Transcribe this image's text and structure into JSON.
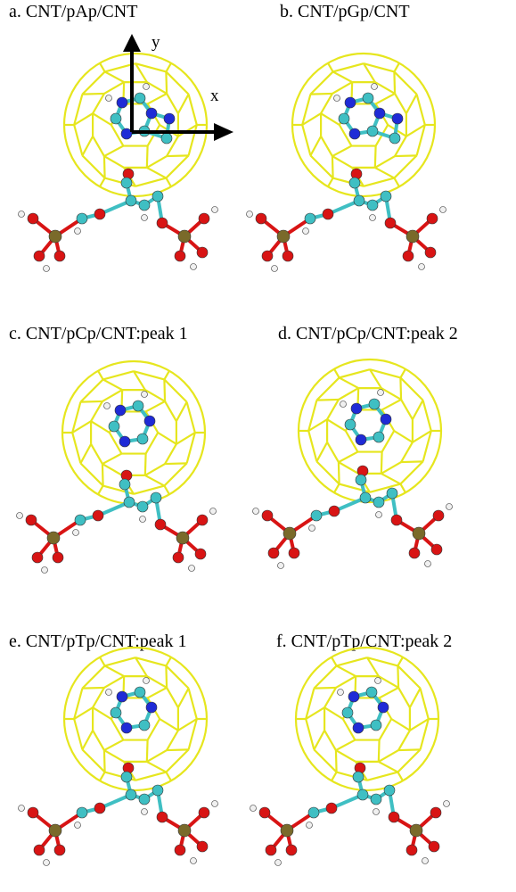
{
  "panels": [
    {
      "id": "a",
      "label": "a. CNT/pAp/CNT"
    },
    {
      "id": "b",
      "label": "b. CNT/pGp/CNT"
    },
    {
      "id": "c",
      "label": "c. CNT/pCp/CNT:peak 1"
    },
    {
      "id": "d",
      "label": "d. CNT/pCp/CNT:peak 2"
    },
    {
      "id": "e",
      "label": "e. CNT/pTp/CNT:peak 1"
    },
    {
      "id": "f",
      "label": "f. CNT/pTp/CNT:peak 2"
    }
  ],
  "axes": {
    "x_label": "x",
    "y_label": "y"
  },
  "colors": {
    "cage": "#e6e61e",
    "carbon": "#3fbfc3",
    "nitrogen": "#1f2bd6",
    "oxygen": "#d81414",
    "phosphorus": "#7a6a2a",
    "hydrogen": "#f0f0f0",
    "axis": "#000000"
  }
}
